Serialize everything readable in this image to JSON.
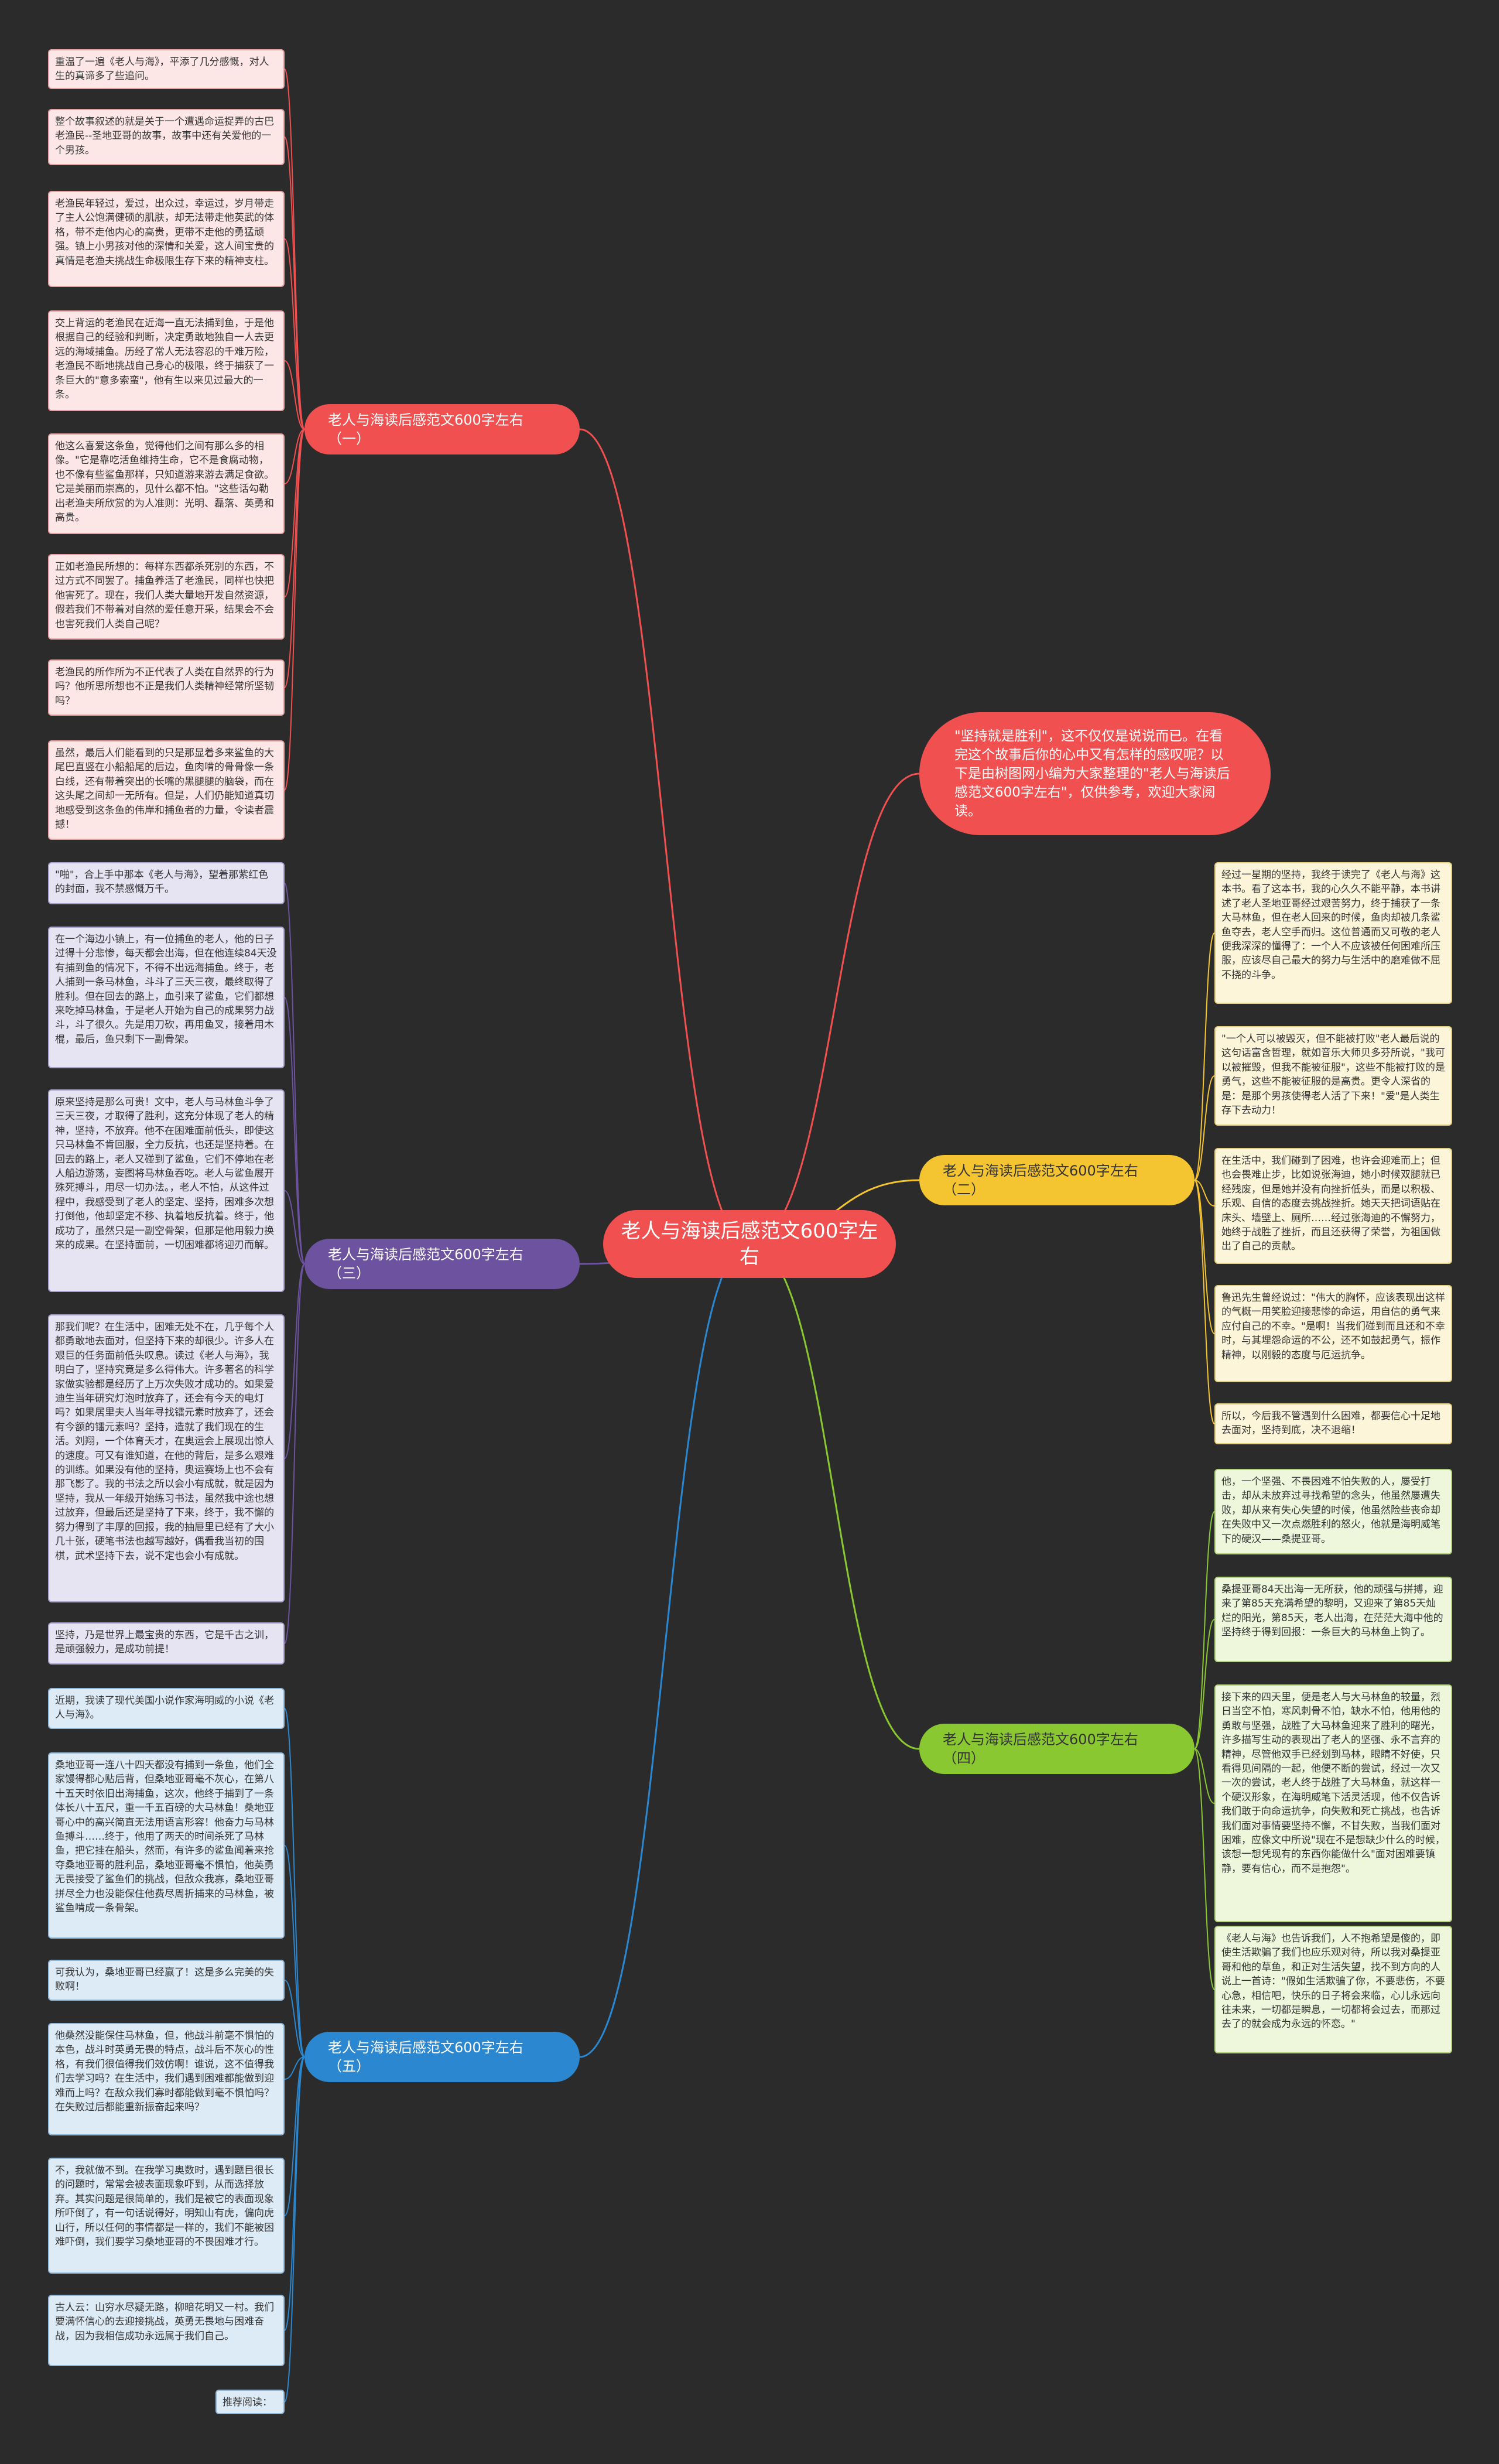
{
  "center": "老人与海读后感范文600字左右",
  "intro": "\"坚持就是胜利\"，这不仅仅是说说而已。在看完这个故事后你的心中又有怎样的感叹呢？以下是由树图网小编为大家整理的\"老人与海读后感范文600字左右\"，仅供参考，欢迎大家阅读。",
  "colors": {
    "b1": "#f05050",
    "b2": "#f5c431",
    "b3": "#6d52a0",
    "b4": "#8ac832",
    "b5": "#2b88d0",
    "intro": "#f05050"
  },
  "branches": [
    {
      "label": "老人与海读后感范文600字左右（一）",
      "leaves": [
        "重温了一遍《老人与海》，平添了几分感慨，对人生的真谛多了些追问。",
        "整个故事叙述的就是关于一个遭遇命运捉弄的古巴老渔民--圣地亚哥的故事，故事中还有关爱他的一个男孩。",
        "老渔民年轻过，爱过，出众过，幸运过，岁月带走了主人公饱满健硕的肌肤，却无法带走他英武的体格，带不走他内心的高贵，更带不走他的勇猛顽强。镇上小男孩对他的深情和关爱，这人间宝贵的真情是老渔夫挑战生命极限生存下来的精神支柱。",
        "交上背运的老渔民在近海一直无法捕到鱼，于是他根据自己的经验和判断，决定勇敢地独自一人去更远的海域捕鱼。历经了常人无法容忍的千难万险，老渔民不断地挑战自己身心的极限，终于捕获了一条巨大的\"意多索蛮\"，他有生以来见过最大的一条。",
        "他这么喜爱这条鱼，觉得他们之间有那么多的相像。\"它是靠吃活鱼维持生命，它不是食腐动物，也不像有些鲨鱼那样，只知道游来游去满足食欲。它是美丽而崇高的，见什么都不怕。\"这些话勾勒出老渔夫所欣赏的为人准则：光明、磊落、英勇和高贵。",
        "正如老渔民所想的：每样东西都杀死别的东西，不过方式不同罢了。捕鱼养活了老渔民，同样也快把他害死了。现在，我们人类大量地开发自然资源，假若我们不带着对自然的爱任意开采，结果会不会也害死我们人类自己呢？",
        "老渔民的所作所为不正代表了人类在自然界的行为吗？他所思所想也不正是我们人类精神经常所坚韧吗？",
        "虽然，最后人们能看到的只是那显着多来鲨鱼的大尾巴直竖在小船船尾的后边，鱼肉啃的骨骨像一条白线，还有带着突出的长嘴的黑腿腿的脑袋，而在这头尾之间却一无所有。但是，人们仍能知道真切地感受到这条鱼的伟岸和捕鱼者的力量，令读者震撼！"
      ]
    },
    {
      "label": "老人与海读后感范文600字左右（二）",
      "leaves": [
        "经过一星期的坚持，我终于读完了《老人与海》这本书。看了这本书，我的心久久不能平静，本书讲述了老人圣地亚哥经过艰苦努力，终于捕获了一条大马林鱼，但在老人回来的时候，鱼肉却被几条鲨鱼夺去，老人空手而归。这位普通而又可敬的老人便我深深的懂得了：一个人不应该被任何困难所压服，应该尽自己最大的努力与生活中的磨难做不屈不挠的斗争。",
        "\"一个人可以被毁灭，但不能被打败\"老人最后说的这句话富含哲理，就如音乐大师贝多芬所说，\"我可以被摧毁，但我不能被征服\"，这些不能被打败的是勇气，这些不能被征服的是高贵。更令人深省的是：是那个男孩使得老人活了下来！\"爱\"是人类生存下去动力！",
        "在生活中，我们碰到了困难，也许会迎难而上；但也会畏难止步，比如说张海迪，她小时候双腿就已经残废，但是她并没有向挫折低头，而是以积极、乐观、自信的态度去挑战挫折。她天天把词语贴在床头、墙壁上、厕所……经过张海迪的不懈努力，她终于战胜了挫折，而且还获得了荣誉，为祖国做出了自己的贡献。",
        "鲁迅先生曾经说过：\"伟大的胸怀，应该表现出这样的气概一用笑脸迎接悲惨的命运，用自信的勇气来应付自己的不幸。\"是啊！当我们碰到而且还和不幸时，与其埋怨命运的不公，还不如鼓起勇气，振作精神，以刚毅的态度与厄运抗争。",
        "所以，今后我不管遇到什么困难，都要信心十足地去面对，坚持到底，决不退缩！"
      ]
    },
    {
      "label": "老人与海读后感范文600字左右（三）",
      "leaves": [
        "\"啪\"，合上手中那本《老人与海》，望着那紫红色的封面，我不禁感慨万千。",
        "在一个海边小镇上，有一位捕鱼的老人，他的日子过得十分悲惨，每天都会出海，但在他连续84天没有捕到鱼的情况下，不得不出远海捕鱼。终于，老人捕到一条马林鱼，斗斗了三天三夜，最终取得了胜利。但在回去的路上，血引来了鲨鱼，它们都想来吃掉马林鱼，于是老人开始为自己的成果努力战斗，斗了很久。先是用刀砍，再用鱼叉，接着用木棍，最后，鱼只剩下一副骨架。",
        "原来坚持是那么可贵！文中，老人与马林鱼斗争了三天三夜，才取得了胜利，这充分体现了老人的精神，坚持，不放弃。他不在困难面前低头，即使这只马林鱼不肯回服，全力反抗，也还是坚持着。在回去的路上，老人又碰到了鲨鱼，它们不停地在老人船边游荡，妄图将马林鱼吞吃。老人与鲨鱼展开殊死搏斗，用尽一切办法。，老人不怕，从这件过程中，我感受到了老人的坚定、坚持，困难多次想打倒他，他却坚定不移、执着地反抗着。终于，他成功了，虽然只是一副空骨架，但那是他用毅力换来的成果。在坚持面前，一切困难都将迎刃而解。",
        "那我们呢？在生活中，困难无处不在，几乎每个人都勇敢地去面对，但坚持下来的却很少。许多人在艰巨的任务面前低头叹息。读过《老人与海》，我明白了，坚持究竟是多么得伟大。许多著名的科学家做实验都是经历了上万次失败才成功的。如果爱迪生当年研究灯泡时放弃了，还会有今天的电灯吗？如果居里夫人当年寻找镭元素时放弃了，还会有今额的镭元素吗？坚持，造就了我们现在的生活。刘翔，一个体育天才，在奥运会上展现出惊人的速度。可又有谁知道，在他的背后，是多么艰难的训练。如果没有他的坚持，奥运赛场上也不会有那飞影了。我的书法之所以会小有成就，就是因为坚持，我从一年级开始练习书法，虽然我中途也想过放弃，但最后还是坚持了下来，终于，我不懈的努力得到了丰厚的回报，我的抽屉里已经有了大小几十张，硬笔书法也越写越好，偶看我当初的围棋，武术坚持下去，说不定也会小有成就。",
        "坚持，乃是世界上最宝贵的东西，它是千古之训，是顽强毅力，是成功前提！"
      ]
    },
    {
      "label": "老人与海读后感范文600字左右（四）",
      "leaves": [
        "他，一个坚强、不畏困难不怕失败的人，屡受打击，却从未放弃过寻找希望的念头，他虽然屡遭失败，却从来有失心失望的时候，他虽然险些丧命却在失败中又一次点燃胜利的怒火，他就是海明威笔下的硬汉——桑提亚哥。",
        "桑提亚哥84天出海一无所获，他的顽强与拼搏，迎来了第85天充满希望的黎明，又迎来了第85天灿烂的阳光，第85天，老人出海，在茫茫大海中他的坚持终于得到回报：一条巨大的马林鱼上钩了。",
        "接下来的四天里，便是老人与大马林鱼的较量，烈日当空不怕，寒风刺骨不怕，缺水不怕，他用他的勇敢与坚强，战胜了大马林鱼迎来了胜利的曙光，许多描写生动的表现出了老人的坚强、永不言弃的精神，尽管他双手已经划到马林，眼睛不好使，只看得见间隔的一起，他便不断的尝试，经过一次又一次的尝试，老人终于战胜了大马林鱼，就这样一个硬汉形象，在海明威笔下活灵活现，他不仅告诉我们敢于向命运抗争，向失败和死亡挑战，也告诉我们面对事情要坚持不懈，不甘失败，当我们面对困难，应像文中所说\"现在不是想缺少什么的时候，该想一想凭现有的东西你能做什么\"面对困难要镇静，要有信心，而不是抱怨\"。",
        "《老人与海》也告诉我们，人不抱希望是傻的，即使生活欺骗了我们也应乐观对待，所以我对桑提亚哥和他的草鱼，和正对生活失望，找不到方向的人说上一首诗：\"假如生活欺骗了你，不要悲伤，不要心急，相信吧，快乐的日子将会来临，心儿永远向往未来，一切都是瞬息，一切都将会过去，而那过去了的就会成为永远的怀恋。\""
      ]
    },
    {
      "label": "老人与海读后感范文600字左右（五）",
      "leaves": [
        "近期，我读了现代美国小说作家海明威的小说《老人与海》。",
        "桑地亚哥一连八十四天都没有捕到一条鱼，他们全家馒得都心贴后背，但桑地亚哥毫不灰心，在第八十五天时依旧出海捕鱼，这次，他终于捕到了一条体长八十五尺，重一千五百磅的大马林鱼！桑地亚哥心中的高兴简直无法用语言形容！他奋力与马林鱼搏斗……终于，他用了两天的时间杀死了马林鱼，把它挂在船头，然而，有许多的鲨鱼闻着来抢夺桑地亚哥的胜利品，桑地亚哥毫不惧怕，他英勇无畏接受了鲨鱼们的挑战，但敌众我寡，桑地亚哥拼尽全力也没能保住他费尽周折捕来的马林鱼，被鲨鱼啃成一条骨架。",
        "可我认为，桑地亚哥已经赢了！这是多么完美的失败啊！",
        "他桑然没能保住马林鱼，但，他战斗前毫不惧怕的本色，战斗时英勇无畏的特点，战斗后不灰心的性格，有我们很值得我们效仿啊！谁说，这不值得我们去学习吗？在生活中，我们遇到困难都能做到迎难而上吗？在敌众我们寡时都能做到毫不惧怕吗？在失败过后都能重新振奋起来吗？",
        "不，我就做不到。在我学习奥数时，遇到题目很长的问题时，常常会被表面现象吓到，从而选择放弃。其实问题是很简单的，我们是被它的表面现象所吓倒了，有一句话说得好，明知山有虎，偏向虎山行，所以任何的事情都是一样的，我们不能被困难吓倒，我们要学习桑地亚哥的不畏困难才行。",
        "古人云：山穷水尽疑无路，柳暗花明又一村。我们要满怀信心的去迎接挑战，英勇无畏地与困难奋战，因为我相信成功永远属于我们自己。",
        "推荐阅读："
      ]
    }
  ]
}
